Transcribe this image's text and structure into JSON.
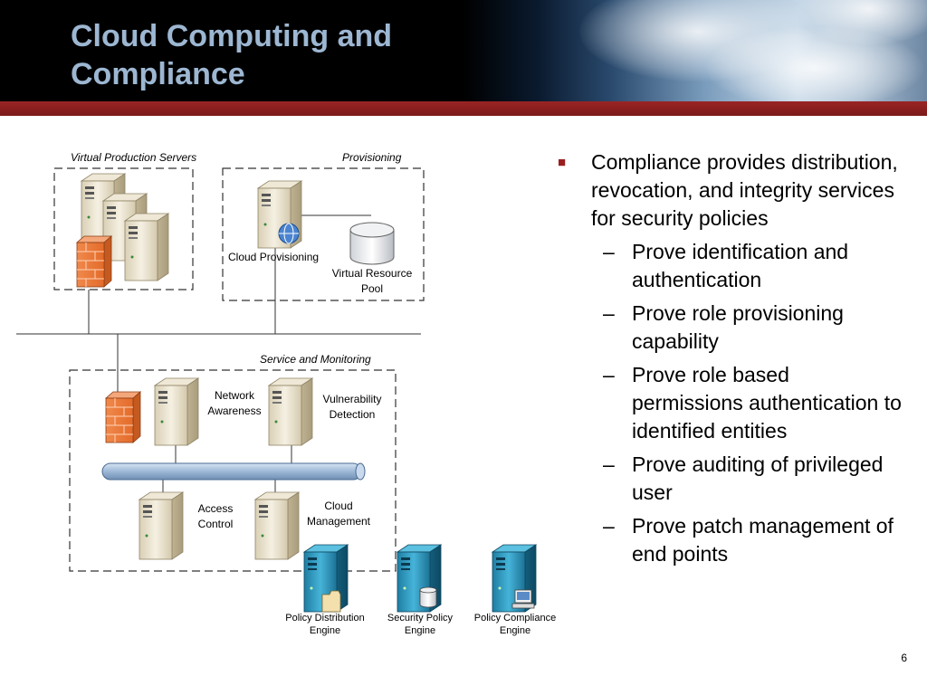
{
  "title": {
    "line1": "Cloud Computing and",
    "line2": "Compliance"
  },
  "diagram": {
    "groups": {
      "virtual_production": "Virtual Production Servers",
      "provisioning": "Provisioning",
      "service_monitoring": "Service and Monitoring"
    },
    "labels": {
      "cloud_provisioning": "Cloud Provisioning",
      "virtual_resource_pool_1": "Virtual Resource",
      "virtual_resource_pool_2": "Pool",
      "network_awareness_1": "Network",
      "network_awareness_2": "Awareness",
      "vulnerability_detection_1": "Vulnerability",
      "vulnerability_detection_2": "Detection",
      "access_control_1": "Access",
      "access_control_2": "Control",
      "cloud_management_1": "Cloud",
      "cloud_management_2": "Management",
      "policy_distribution_1": "Policy Distribution",
      "policy_distribution_2": "Engine",
      "security_policy_1": "Security Policy",
      "security_policy_2": "Engine",
      "policy_compliance_1": "Policy Compliance",
      "policy_compliance_2": "Engine"
    }
  },
  "bullets": {
    "main": "Compliance provides distribution, revocation, and integrity services for security policies",
    "subs": [
      "Prove identification and authentication",
      "Prove role provisioning capability",
      "Prove role based permissions authentication to identified entities",
      "Prove auditing of privileged user",
      "Prove patch management of end points"
    ]
  },
  "page_number": "6",
  "colors": {
    "title": "#9db7d2",
    "red_bar": "#8b1e1e",
    "bullet_mark": "#9a1f1f",
    "server_beige": "#e8e0cc",
    "server_teal": "#2a8fb5",
    "firewall": "#e8753a",
    "bus": "#a9c4e0"
  }
}
